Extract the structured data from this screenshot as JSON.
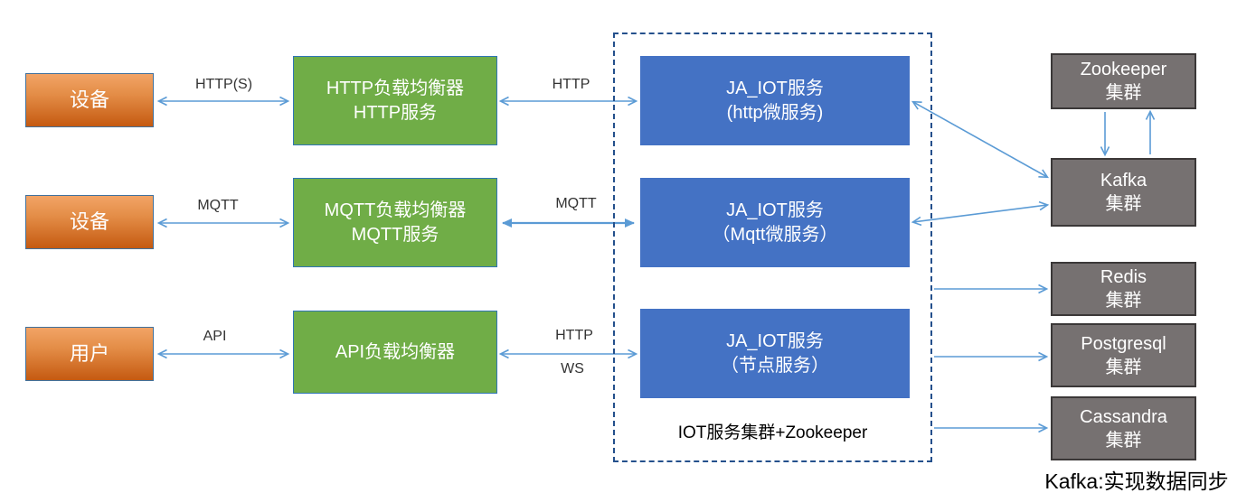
{
  "diagram": {
    "nodes": {
      "device1": {
        "label": "设备"
      },
      "device2": {
        "label": "设备"
      },
      "user": {
        "label": "用户"
      },
      "http_lb": {
        "line1": "HTTP负载均衡器",
        "line2": "HTTP服务"
      },
      "mqtt_lb": {
        "line1": "MQTT负载均衡器",
        "line2": "MQTT服务"
      },
      "api_lb": {
        "label": "API负载均衡器"
      },
      "iot_http": {
        "line1": "JA_IOT服务",
        "line2": "(http微服务)"
      },
      "iot_mqtt": {
        "line1": "JA_IOT服务",
        "line2": "（Mqtt微服务）"
      },
      "iot_node": {
        "line1": "JA_IOT服务",
        "line2": "（节点服务）"
      },
      "zookeeper": {
        "line1": "Zookeeper",
        "line2": "集群"
      },
      "kafka": {
        "line1": "Kafka",
        "line2": "集群"
      },
      "redis": {
        "line1": "Redis",
        "line2": "集群"
      },
      "postgresql": {
        "line1": "Postgresql",
        "line2": "集群"
      },
      "cassandra": {
        "line1": "Cassandra",
        "line2": "集群"
      }
    },
    "edge_labels": {
      "https": "HTTP(S)",
      "http1": "HTTP",
      "mqtt1": "MQTT",
      "mqtt2": "MQTT",
      "api": "API",
      "http2": "HTTP",
      "ws": "WS"
    },
    "container_label": "IOT服务集群+Zookeeper",
    "footnote": "Kafka:实现数据同步",
    "colors": {
      "orange_top": "#F2A466",
      "orange_bottom": "#C55A11",
      "green": "#70AD47",
      "blue": "#4472C4",
      "gray": "#767171",
      "gray_border": "#3B3838",
      "dashed_border": "#24508C",
      "arrow": "#5B9BD5"
    }
  }
}
